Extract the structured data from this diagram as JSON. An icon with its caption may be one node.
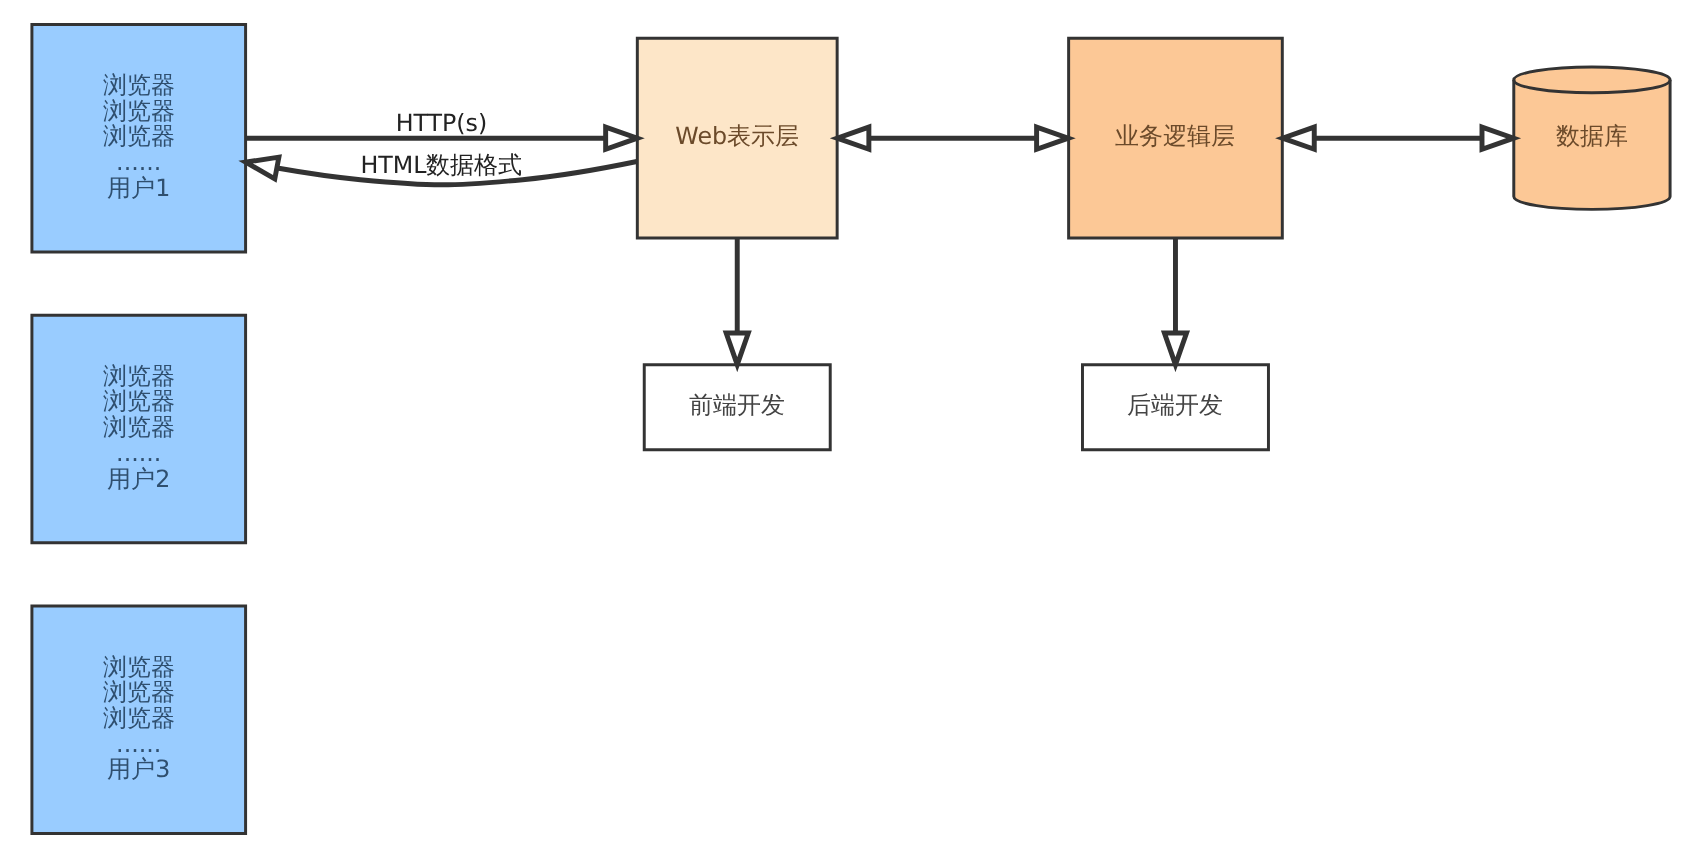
{
  "diagram": {
    "nodes": [
      {
        "text": [
          "浏览器",
          "浏览器",
          "浏览器",
          "......",
          "用户1"
        ]
      },
      {
        "text": [
          "浏览器",
          "浏览器",
          "浏览器",
          "......",
          "用户2"
        ]
      },
      {
        "text": [
          "浏览器",
          "浏览器",
          "浏览器",
          "......",
          "用户3"
        ]
      },
      {
        "text": [
          "Web表示层"
        ]
      },
      {
        "text": [
          "业务逻辑层"
        ]
      },
      {
        "text": [
          "数据库"
        ]
      },
      {
        "text": [
          "前端开发"
        ]
      },
      {
        "text": [
          "后端开发"
        ]
      }
    ],
    "edges": [
      {
        "from": 0,
        "to": 3,
        "arrow": "to",
        "label": "HTTP(s)"
      },
      {
        "from": 3,
        "to": 0,
        "arrow": "to",
        "label": "HTML数据格式"
      },
      {
        "from": 3,
        "to": 4,
        "arrow": "both"
      },
      {
        "from": 4,
        "to": 5,
        "arrow": "both"
      },
      {
        "from": 3,
        "to": 6,
        "arrow": "to"
      },
      {
        "from": 4,
        "to": 7,
        "arrow": "to"
      }
    ]
  }
}
